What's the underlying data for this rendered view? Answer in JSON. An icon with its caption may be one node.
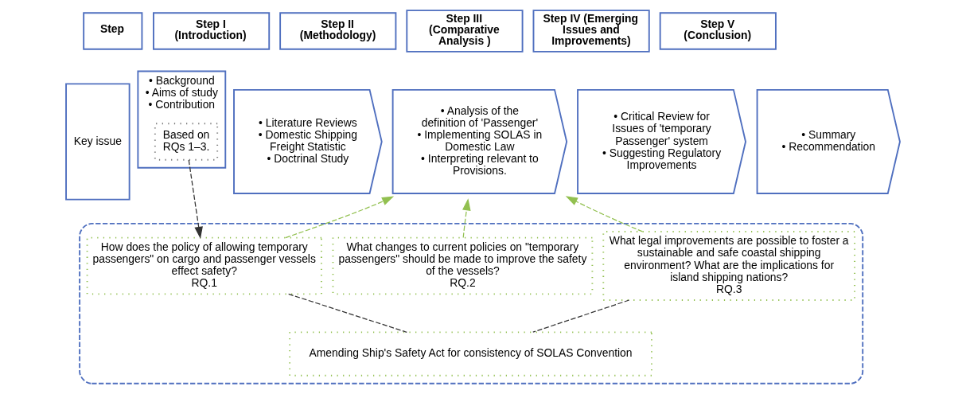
{
  "diagram": {
    "nodes": [
      {
        "text": [
          "Step"
        ]
      },
      {
        "text": [
          "Step I (Introduction)"
        ]
      },
      {
        "text": [
          "Step II (Methodology)"
        ]
      },
      {
        "text": [
          "Step III (Comparative Analysis )"
        ]
      },
      {
        "text": [
          "Step IV (Emerging Issues and Improvements)"
        ]
      },
      {
        "text": [
          "Step V (Conclusion)"
        ]
      },
      {
        "text": [
          "Key issue"
        ]
      },
      {
        "text": [
          "• Background",
          "• Aims of study",
          "• Contribution"
        ]
      },
      {
        "text": [
          "Based on RQs 1–3."
        ],
        "in": 7
      },
      {
        "text": [
          "• Literature Reviews",
          "• Domestic Shipping Freight Statistic",
          "• Doctrinal Study"
        ]
      },
      {
        "text": [
          "• Analysis of the definition of 'Passenger'",
          "• Implementing SOLAS in Domestic Law",
          "• Interpreting relevant to Provisions."
        ]
      },
      {
        "text": [
          "• Critical Review for Issues of 'temporary Passenger' system",
          "• Suggesting Regulatory Improvements"
        ]
      },
      {
        "text": [
          "• Summary",
          "• Recommendation"
        ]
      },
      {
        "text": [],
        "shape": "box"
      },
      {
        "text": [
          "How does the policy of allowing temporary passengers\" on cargo and passenger vessels effect safety?",
          "RQ.1"
        ],
        "in": 13
      },
      {
        "text": [
          "What changes to current policies on \"temporary passengers\" should be made to improve the safety of the vessels?",
          "RQ.2"
        ],
        "in": 13
      },
      {
        "text": [
          "What legal improvements are possible to foster a sustainable and safe coastal shipping environment? What are the implications for island shipping nations?",
          "RQ.3"
        ],
        "in": 13
      },
      {
        "text": [
          "Amending Ship's Safety Act for consistency of SOLAS Convention"
        ],
        "in": 13
      }
    ],
    "edges": [
      {
        "from": 8,
        "to": 14,
        "arrow": "to",
        "style": "dashed",
        "color": "#333333"
      },
      {
        "from": 14,
        "to": 10,
        "arrow": "to",
        "style": "dashed",
        "color": "#92c050"
      },
      {
        "from": 15,
        "to": 10,
        "arrow": "to",
        "style": "dashed",
        "color": "#92c050"
      },
      {
        "from": 16,
        "to": 10,
        "arrow": "to",
        "style": "dashed",
        "color": "#92c050"
      },
      {
        "from": 14,
        "to": 17,
        "arrow": "none",
        "style": "dashed",
        "color": "#333333"
      },
      {
        "from": 16,
        "to": 17,
        "arrow": "none",
        "style": "dashed",
        "color": "#333333"
      }
    ]
  }
}
